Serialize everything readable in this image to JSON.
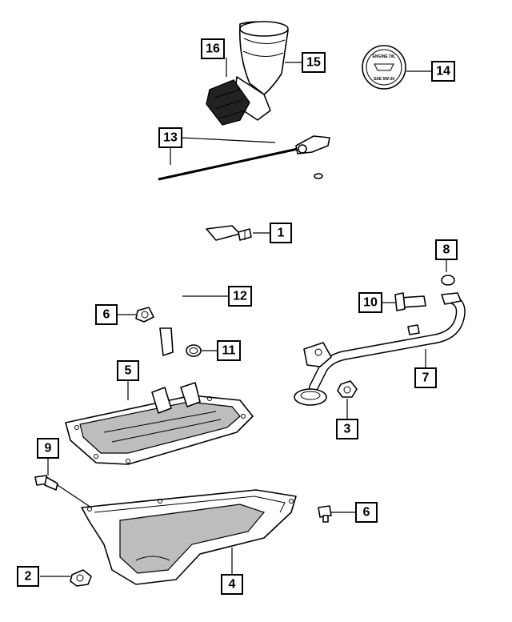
{
  "callouts": [
    {
      "id": "callout-1",
      "label": "1"
    },
    {
      "id": "callout-2",
      "label": "2"
    },
    {
      "id": "callout-3",
      "label": "3"
    },
    {
      "id": "callout-4",
      "label": "4"
    },
    {
      "id": "callout-5",
      "label": "5"
    },
    {
      "id": "callout-6a",
      "label": "6"
    },
    {
      "id": "callout-6b",
      "label": "6"
    },
    {
      "id": "callout-7",
      "label": "7"
    },
    {
      "id": "callout-8",
      "label": "8"
    },
    {
      "id": "callout-9",
      "label": "9"
    },
    {
      "id": "callout-10",
      "label": "10"
    },
    {
      "id": "callout-11",
      "label": "11"
    },
    {
      "id": "callout-12",
      "label": "12"
    },
    {
      "id": "callout-13",
      "label": "13"
    },
    {
      "id": "callout-14",
      "label": "14"
    },
    {
      "id": "callout-15",
      "label": "15"
    },
    {
      "id": "callout-16",
      "label": "16"
    }
  ],
  "oil_cap": {
    "line1": "ENGINE OIL",
    "line2": "SAE 5W-20"
  }
}
